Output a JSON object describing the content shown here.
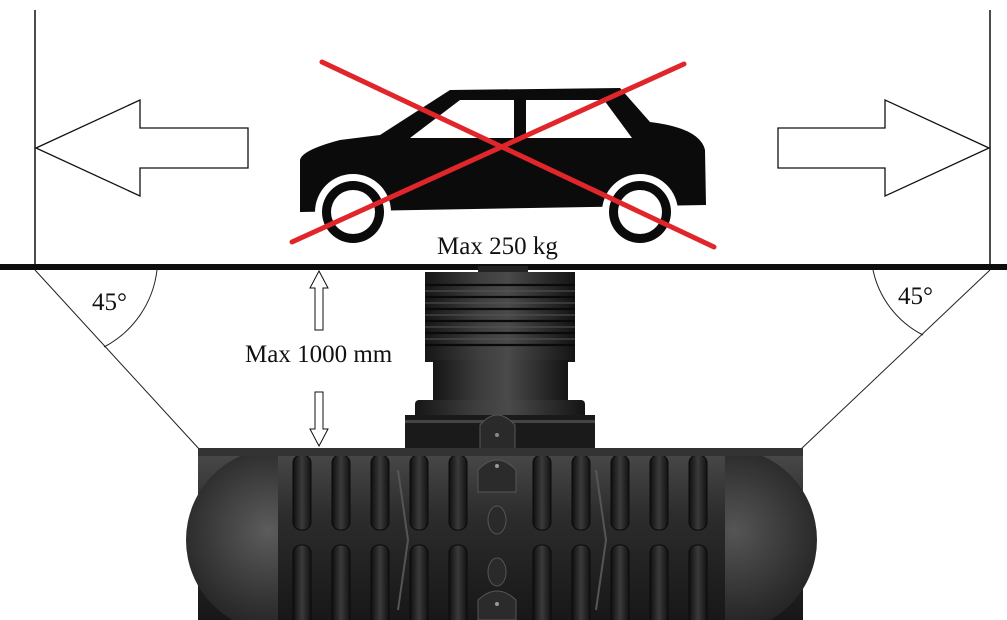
{
  "labels": {
    "max_load": "Max 250 kg",
    "max_depth": "Max 1000 mm",
    "angle_left": "45°",
    "angle_right": "45°"
  },
  "icons": {
    "vehicle": "car-icon",
    "prohibited": "red-cross-icon",
    "arrow_left": "hollow-arrow-left-icon",
    "arrow_right": "hollow-arrow-right-icon",
    "depth_arrow_up": "hollow-arrow-up-icon",
    "depth_arrow_down": "hollow-arrow-down-icon"
  },
  "colors": {
    "line": "#111111",
    "cross": "#e0262a",
    "car": "#0b0b0b",
    "tank_dark": "#1c1c1c",
    "tank_mid": "#3a3a3a",
    "tank_light": "#5a5a5a"
  }
}
